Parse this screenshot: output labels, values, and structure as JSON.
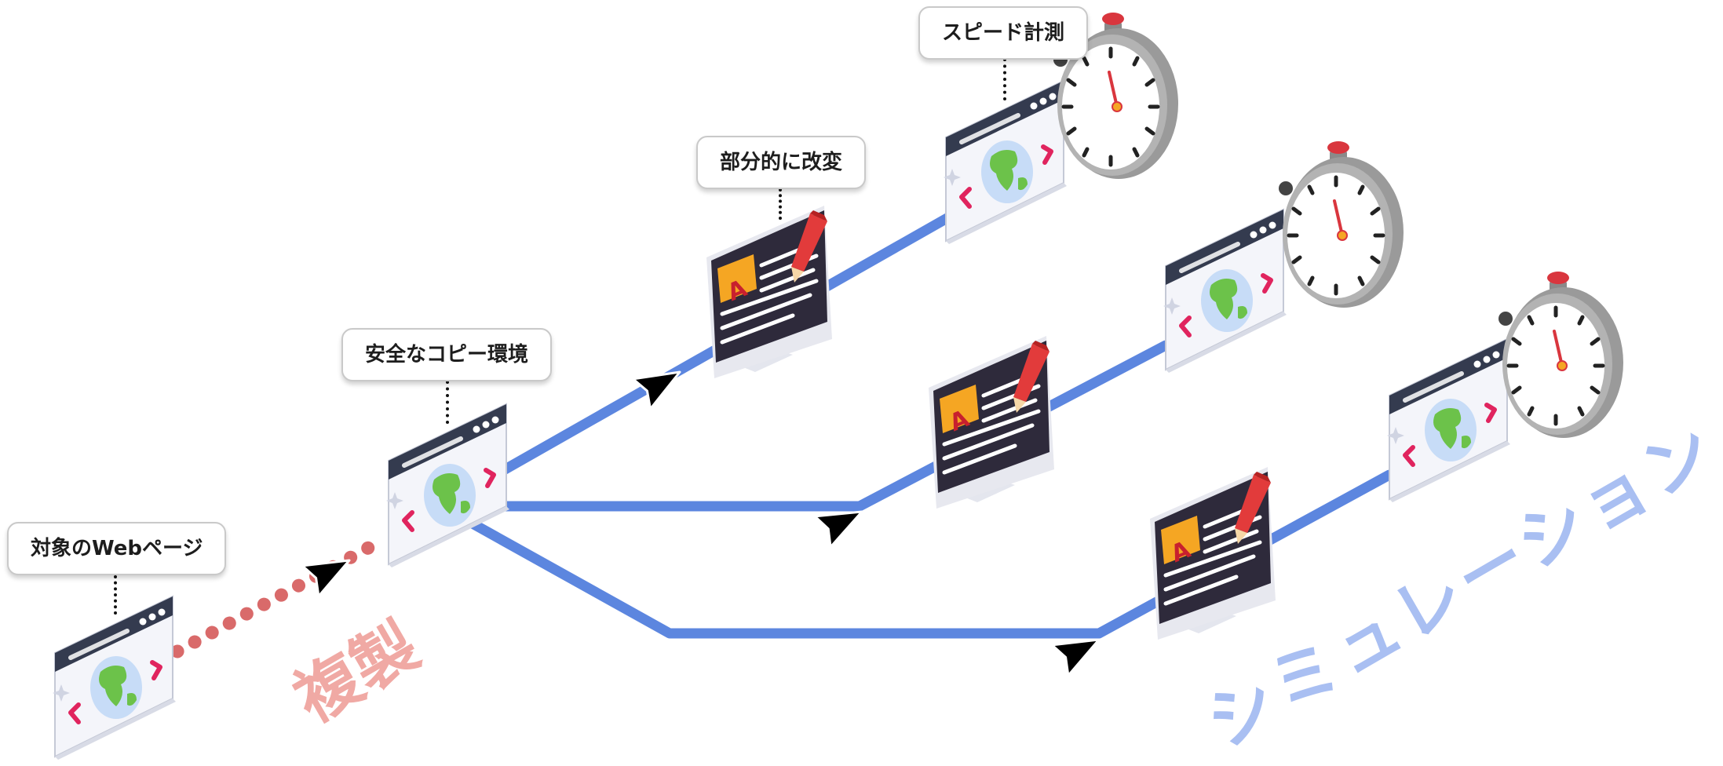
{
  "callouts": {
    "target_page": "対象のWebページ",
    "safe_copy": "安全なコピー環境",
    "partial_modify": "部分的に改変",
    "speed_measure": "スピード計測"
  },
  "labels": {
    "copy": "複製",
    "simulation": "シミュレーション"
  },
  "icon_glyph": "A",
  "colors": {
    "flow_blue": "#5c86df",
    "copy_dots": "#d96a6a",
    "copy_text": "#f0a9a4",
    "simulation_text": "#a9bff2",
    "window_header": "#343b4f",
    "monitor_screen": "#2e2a3b",
    "globe_blue": "#c7dcf7",
    "globe_green": "#6cc24a",
    "pencil_red": "#e23b3b",
    "timer_button": "#d9363e"
  }
}
